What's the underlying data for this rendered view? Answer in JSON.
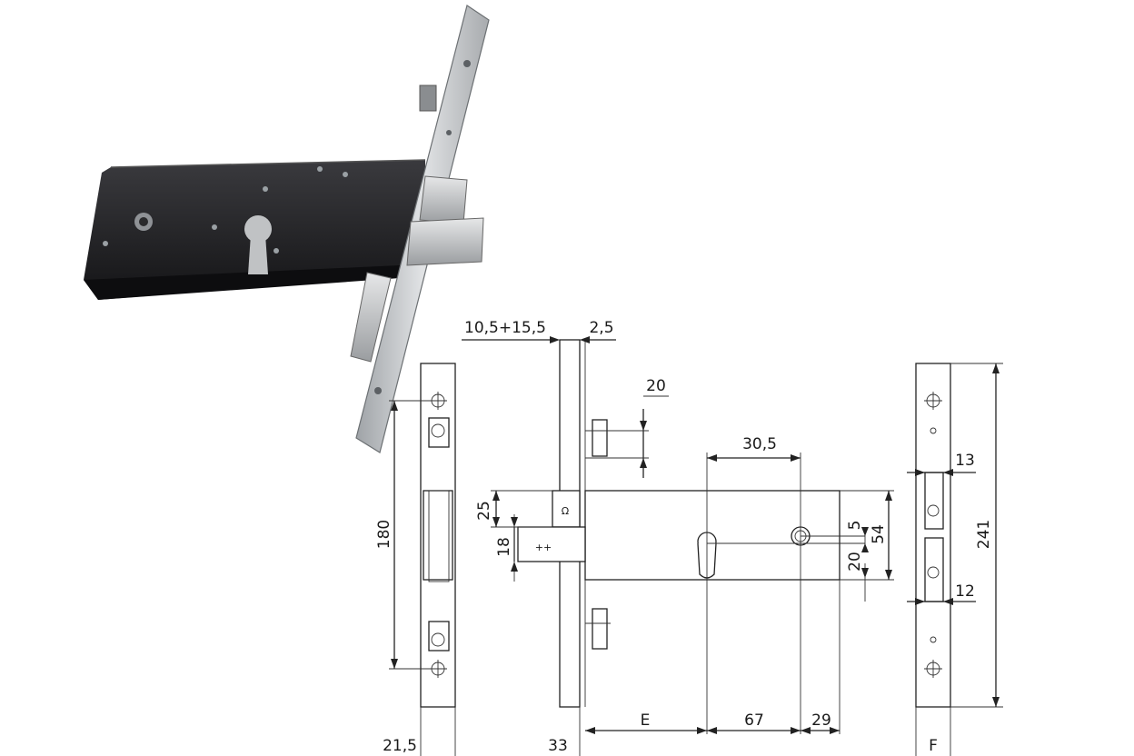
{
  "dimensions": {
    "front_width": "21,5",
    "front_height": "180",
    "side_offset": "10,5+15,5",
    "faceplate_thickness": "2,5",
    "bolt_pin_gap": "20",
    "latch_height": "25",
    "deadbolt_height": "18",
    "faceplate_depth": "33",
    "backset": "E",
    "center_distance": "67",
    "rear_offset": "29",
    "cylinder_spacing": "30,5",
    "spindle_offset": "5",
    "case_height": "54",
    "cylinder_lower": "20",
    "strike_width": "13",
    "strike_lower_width": "12",
    "strike_length": "241",
    "strike_label": "F"
  },
  "colors": {
    "case_body": "#1c1c1f",
    "faceplate": "#c9cbcd",
    "line": "#222222"
  },
  "icons": [
    "lock-render-image"
  ]
}
